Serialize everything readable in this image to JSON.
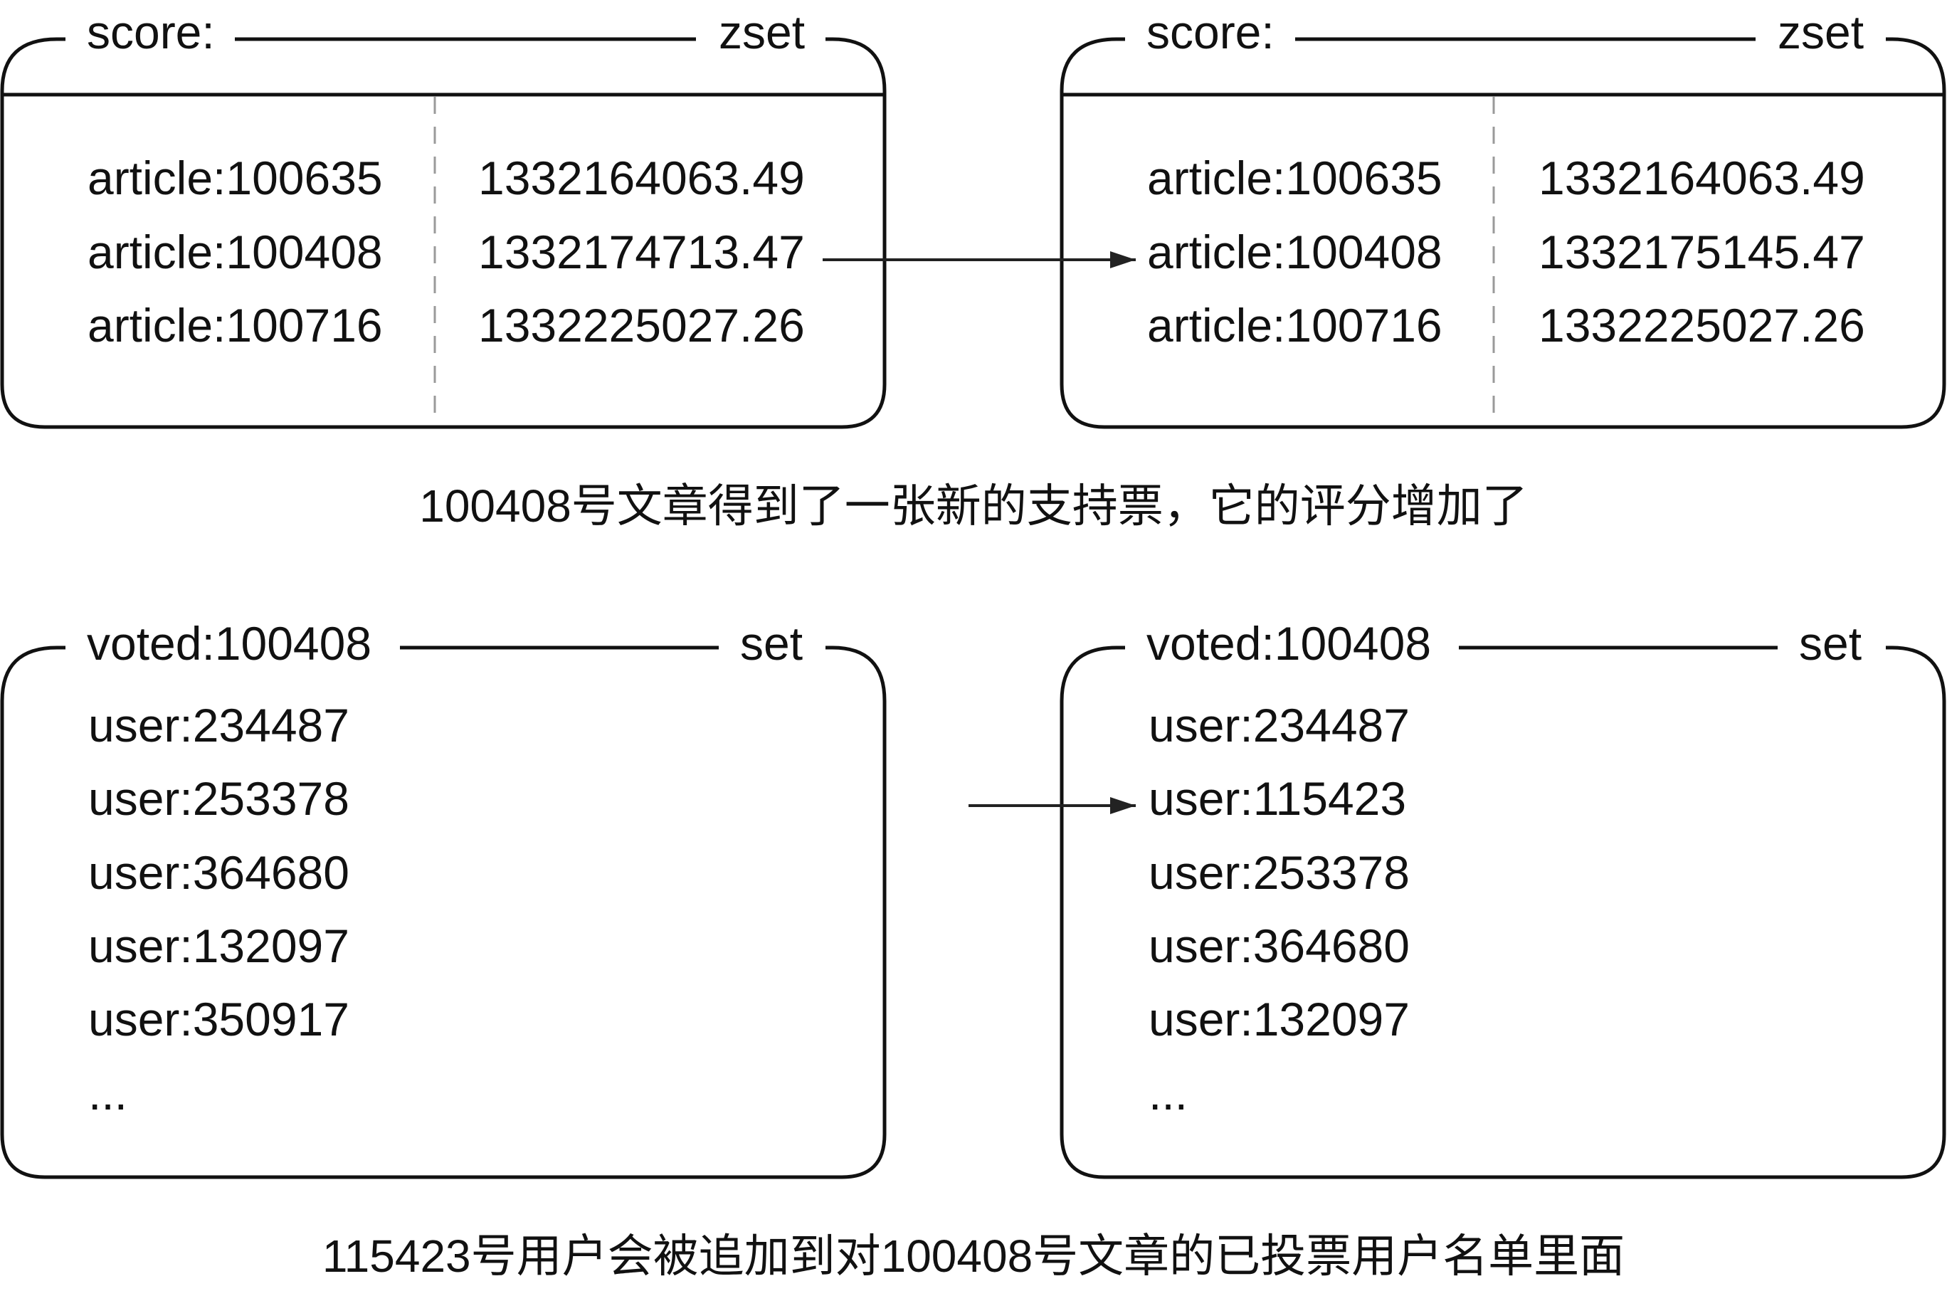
{
  "figure": {
    "top_row": {
      "before": {
        "key": "score:",
        "type": "zset",
        "rows": [
          {
            "member": "article:100635",
            "score": "1332164063.49"
          },
          {
            "member": "article:100408",
            "score": "1332174713.47"
          },
          {
            "member": "article:100716",
            "score": "1332225027.26"
          }
        ]
      },
      "after": {
        "key": "score:",
        "type": "zset",
        "rows": [
          {
            "member": "article:100635",
            "score": "1332164063.49"
          },
          {
            "member": "article:100408",
            "score": "1332175145.47"
          },
          {
            "member": "article:100716",
            "score": "1332225027.26"
          }
        ]
      },
      "caption": "100408号文章得到了一张新的支持票，它的评分增加了"
    },
    "bottom_row": {
      "before": {
        "key": "voted:100408",
        "type": "set",
        "members": [
          "user:234487",
          "user:253378",
          "user:364680",
          "user:132097",
          "user:350917",
          "..."
        ]
      },
      "after": {
        "key": "voted:100408",
        "type": "set",
        "members": [
          "user:234487",
          "user:115423",
          "user:253378",
          "user:364680",
          "user:132097",
          "..."
        ]
      },
      "caption": "115423号用户会被追加到对100408号文章的已投票用户名单里面"
    }
  },
  "colors": {
    "stroke": "#111111",
    "divider_dashed": "#9a9a9a",
    "background": "#ffffff"
  }
}
